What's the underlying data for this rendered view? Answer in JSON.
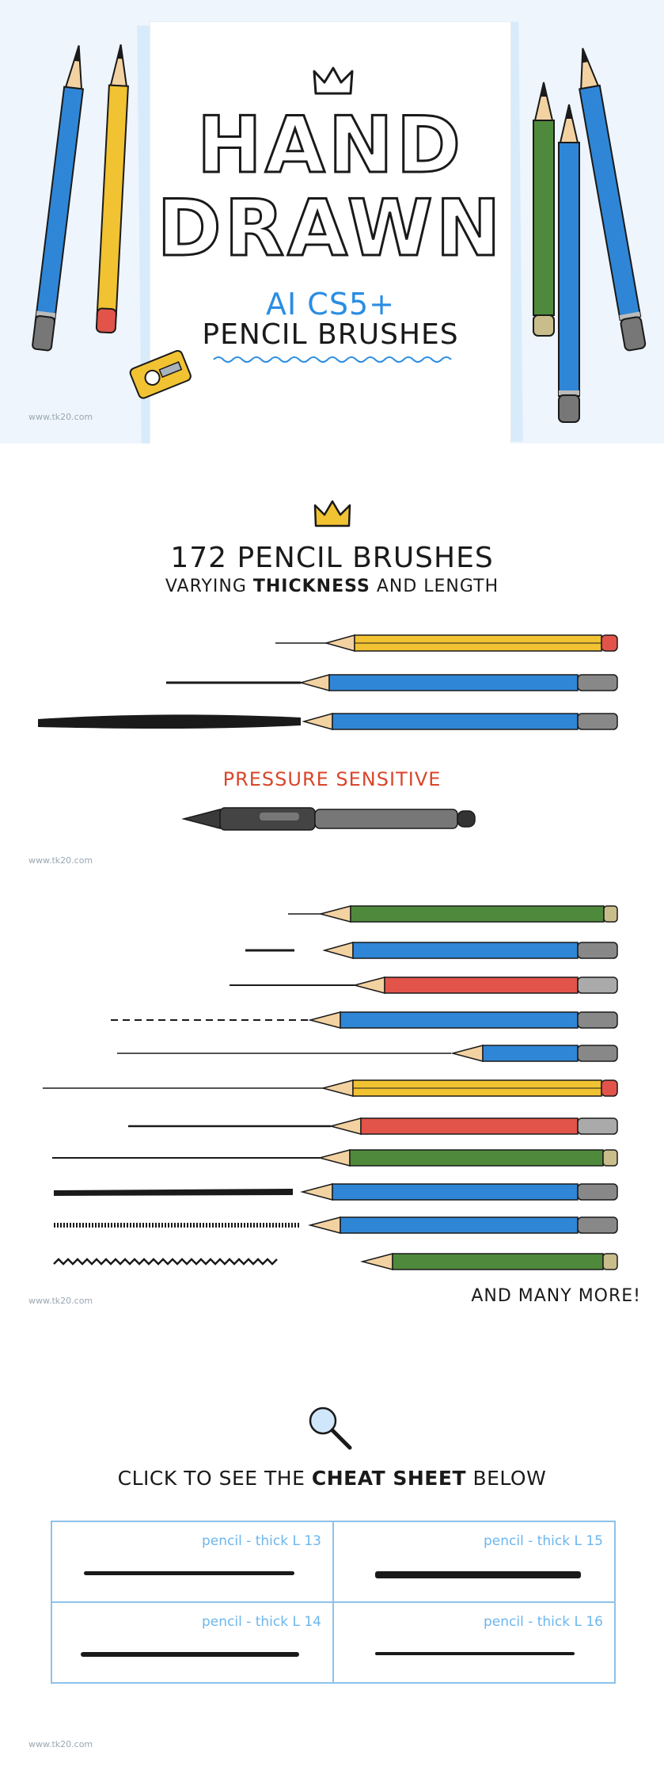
{
  "hero": {
    "title_line1": "HAND",
    "title_line2": "DRAWN",
    "subtitle_version": "AI CS5+",
    "subtitle_product": "PENCIL BRUSHES",
    "watermark": "www.tk20.com"
  },
  "features": {
    "title": "172 PENCIL BRUSHES",
    "subtitle_pre": "VARYING ",
    "subtitle_bold": "THICKNESS",
    "subtitle_post": " AND LENGTH",
    "pressure_label": "PRESSURE SENSITIVE",
    "watermark": "www.tk20.com"
  },
  "variety": {
    "more_label": "AND MANY MORE!",
    "watermark": "www.tk20.com"
  },
  "cheat": {
    "click_pre": "CLICK TO SEE THE ",
    "click_bold": "CHEAT SHEET",
    "click_post": " BELOW",
    "cells": [
      {
        "label": "pencil - thick L 13"
      },
      {
        "label": "pencil - thick L 15"
      },
      {
        "label": "pencil - thick L 14"
      },
      {
        "label": "pencil - thick L 16"
      }
    ],
    "watermark": "www.tk20.com"
  },
  "colors": {
    "blue": "#2f86d6",
    "yellow": "#f1c232",
    "green": "#4f8a3c",
    "red": "#e2544a",
    "accent_text": "#2a8de3",
    "pressure_text": "#d9462b",
    "cheat_label": "#6cb6ee"
  },
  "icons": [
    "crown-icon",
    "magnifier-icon",
    "sharpener-icon",
    "stylus-pen-icon"
  ]
}
